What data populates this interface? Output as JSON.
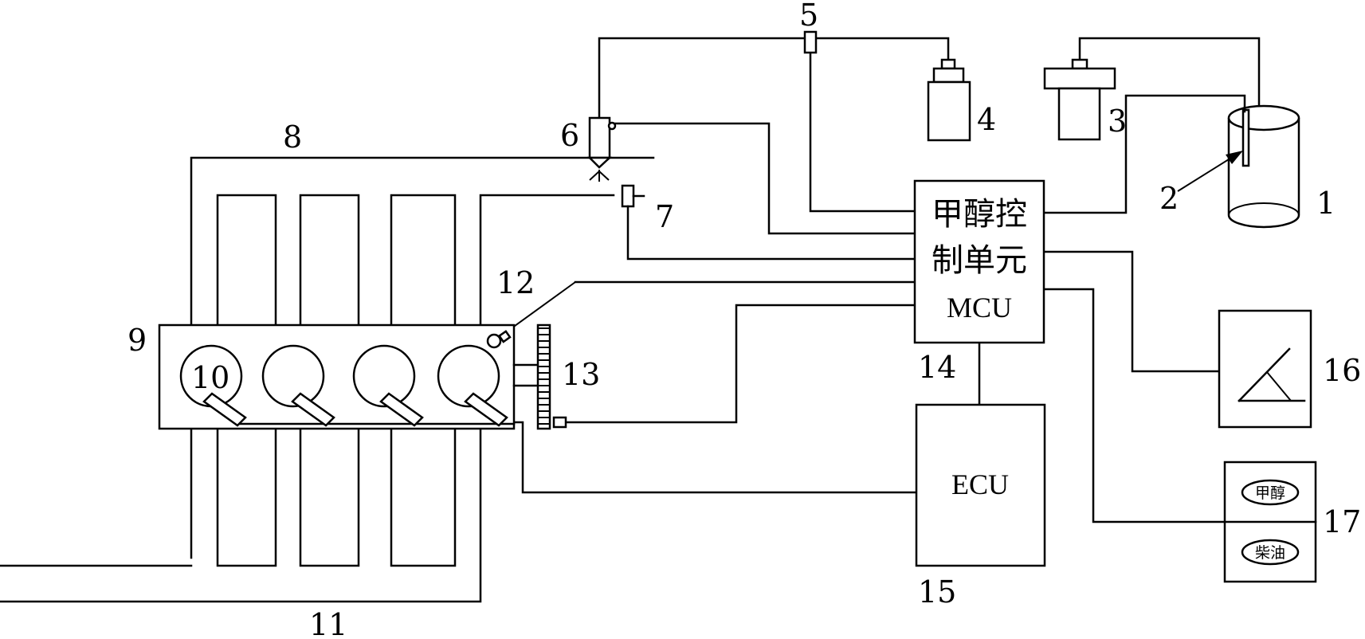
{
  "labels": {
    "n1": "1",
    "n2": "2",
    "n3": "3",
    "n4": "4",
    "n5": "5",
    "n6": "6",
    "n7": "7",
    "n8": "8",
    "n9": "9",
    "n10": "10",
    "n11": "11",
    "n12": "12",
    "n13": "13",
    "n14": "14",
    "n15": "15",
    "n16": "16",
    "n17": "17"
  },
  "mcu": {
    "line1": "甲醇控",
    "line2": "制单元",
    "line3": "MCU"
  },
  "ecu": {
    "label": "ECU"
  },
  "switch": {
    "methanol": "甲醇",
    "diesel": "柴油"
  }
}
